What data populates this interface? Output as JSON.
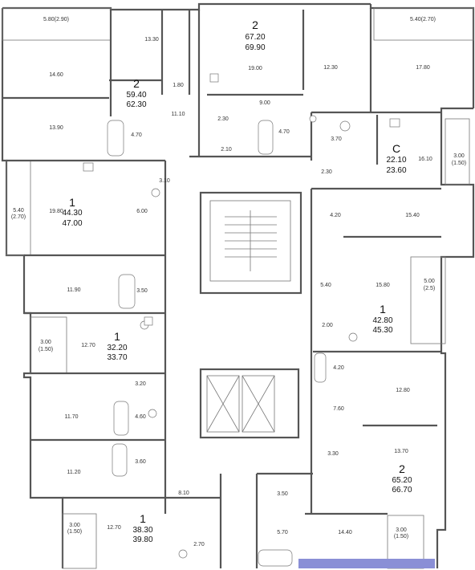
{
  "plan": {
    "colors": {
      "wall": "#555555",
      "line": "#777777",
      "text": "#333333",
      "accent": "#8a8fd6"
    },
    "apartments": [
      {
        "id": "apt-nw-2",
        "rooms": "2",
        "area": "59.40",
        "total": "62.30"
      },
      {
        "id": "apt-n-2",
        "rooms": "2",
        "area": "67.20",
        "total": "69.90"
      },
      {
        "id": "apt-e-c",
        "rooms": "C",
        "area": "22.10",
        "total": "23.60"
      },
      {
        "id": "apt-w-1a",
        "rooms": "1",
        "area": "44.30",
        "total": "47.00"
      },
      {
        "id": "apt-e-1",
        "rooms": "1",
        "area": "42.80",
        "total": "45.30"
      },
      {
        "id": "apt-w-1b",
        "rooms": "1",
        "area": "32.20",
        "total": "33.70"
      },
      {
        "id": "apt-se-2",
        "rooms": "2",
        "area": "65.20",
        "total": "66.70"
      },
      {
        "id": "apt-sw-1",
        "rooms": "1",
        "area": "38.30",
        "total": "39.80"
      }
    ],
    "rooms": [
      "5.80(2.90)",
      "13.30",
      "14.60",
      "1.80",
      "11.10",
      "13.90",
      "4.70",
      "19.00",
      "12.30",
      "5.40(2.70)",
      "17.80",
      "9.00",
      "2.30",
      "2.10",
      "4.70",
      "3.70",
      "16.10",
      "3.00",
      "(1.50)",
      "2.30",
      "3.10",
      "5.40",
      "(2.70)",
      "19.80",
      "6.00",
      "4.20",
      "15.40",
      "11.90",
      "3.50",
      "5.40",
      "15.80",
      "5.00",
      "(2.5)",
      "2.00",
      "3.00",
      "(1.50)",
      "12.70",
      "4.20",
      "3.20",
      "12.80",
      "11.70",
      "4.60",
      "7.60",
      "11.20",
      "3.60",
      "3.30",
      "13.70",
      "8.10",
      "3.50",
      "3.00",
      "(1.50)",
      "12.70",
      "5.70",
      "14.40",
      "3.00",
      "(1.50)",
      "2.70"
    ]
  }
}
